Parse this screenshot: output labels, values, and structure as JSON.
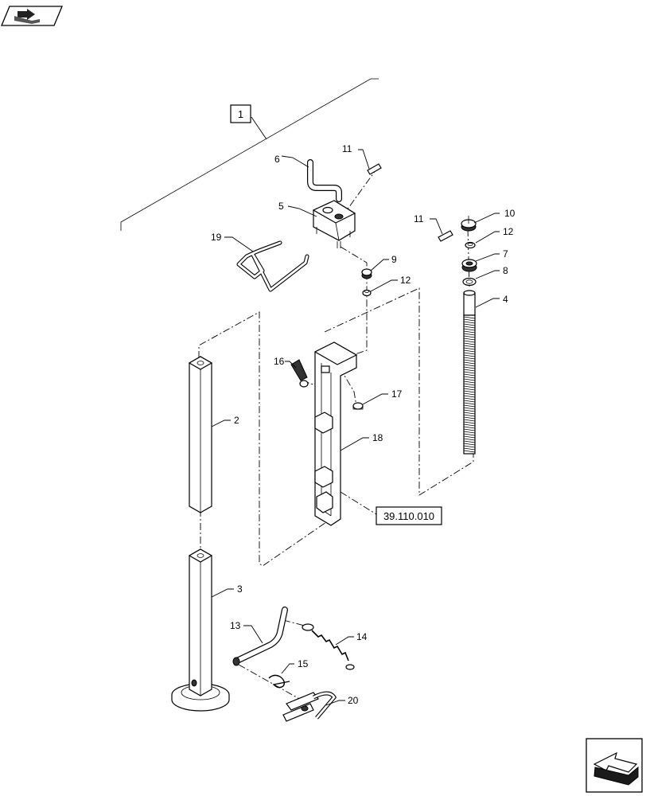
{
  "diagram": {
    "group_label": "1",
    "reference_code": "39.110.010",
    "callouts": {
      "c1": "1",
      "c2": "2",
      "c3": "3",
      "c4": "4",
      "c5": "5",
      "c6": "6",
      "c7": "7",
      "c8": "8",
      "c9": "9",
      "c10": "10",
      "c11a": "11",
      "c11b": "11",
      "c12a": "12",
      "c12b": "12",
      "c13": "13",
      "c14": "14",
      "c15": "15",
      "c16": "16",
      "c17": "17",
      "c18": "18",
      "c19": "19",
      "c20": "20"
    }
  },
  "icons": {
    "top_left": "book-arrow-icon",
    "bottom_right": "next-page-arrow-icon"
  },
  "colors": {
    "line": "#000000",
    "background": "#ffffff"
  }
}
